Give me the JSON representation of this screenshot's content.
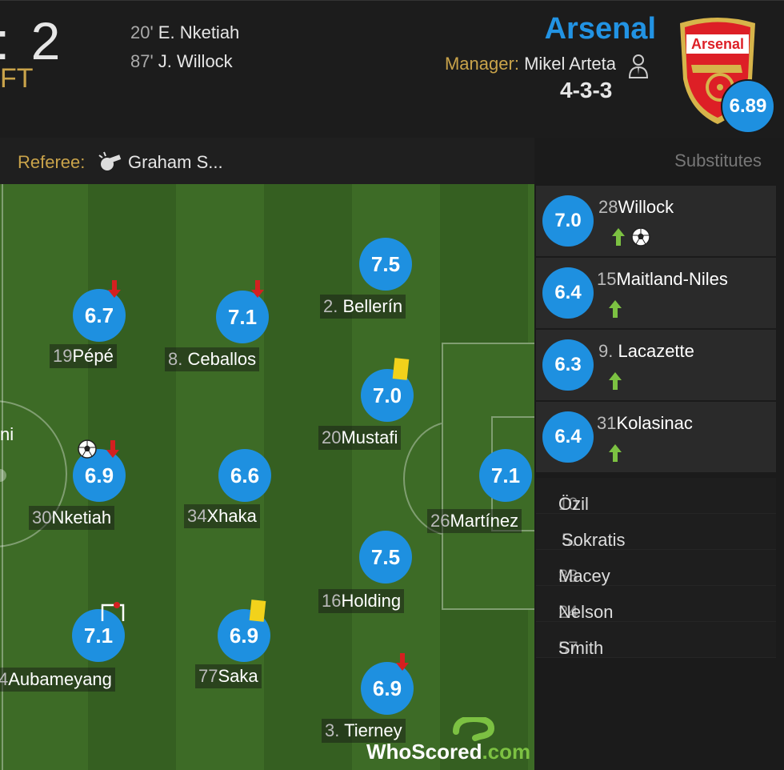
{
  "match": {
    "score": ": 2",
    "status": "FT"
  },
  "goals": [
    {
      "minute": "20'",
      "player": "E. Nketiah"
    },
    {
      "minute": "87'",
      "player": "J. Willock"
    }
  ],
  "team": {
    "name": "Arsenal",
    "manager_label": "Manager:",
    "manager": "Mikel Arteta",
    "formation": "4-3-3",
    "rating": "6.89",
    "crest_text": "Arsenal",
    "color": "#2293e3"
  },
  "referee": {
    "label": "Referee:",
    "name": "Graham S..."
  },
  "players": [
    {
      "num": "2.",
      "name": "Bellerín",
      "rating": "7.5"
    },
    {
      "num": "19",
      "name": "Pépé",
      "rating": "6.7"
    },
    {
      "num": "8.",
      "name": "Ceballos",
      "rating": "7.1"
    },
    {
      "num": "20",
      "name": "Mustafi",
      "rating": "7.0"
    },
    {
      "num": "30",
      "name": "Nketiah",
      "rating": "6.9"
    },
    {
      "num": "34",
      "name": "Xhaka",
      "rating": "6.6"
    },
    {
      "num": "26",
      "name": "Martínez",
      "rating": "7.1"
    },
    {
      "num": "16",
      "name": "Holding",
      "rating": "7.5"
    },
    {
      "num": "4",
      "name": "Aubameyang",
      "rating": "7.1"
    },
    {
      "num": "77",
      "name": "Saka",
      "rating": "6.9"
    },
    {
      "num": "3.",
      "name": "Tierney",
      "rating": "6.9"
    },
    {
      "num": "",
      "name": "ni",
      "rating": ""
    }
  ],
  "substitutes": {
    "title": "Substitutes",
    "used": [
      {
        "num": "28",
        "name": "Willock",
        "rating": "7.0"
      },
      {
        "num": "15",
        "name": "Maitland-Niles",
        "rating": "6.4"
      },
      {
        "num": "9.",
        "name": "Lacazette",
        "rating": "6.3"
      },
      {
        "num": "31",
        "name": "Kolasinac",
        "rating": "6.4"
      }
    ],
    "unused": [
      {
        "num": "10",
        "name": "Özil"
      },
      {
        "num": "5.",
        "name": "Sokratis"
      },
      {
        "num": "33",
        "name": "Macey"
      },
      {
        "num": "24",
        "name": "Nelson"
      },
      {
        "num": "57",
        "name": "Smith"
      }
    ]
  },
  "branding": {
    "logo_text": "WhoScored",
    "logo_suffix": ".com"
  },
  "colors": {
    "rating_blue": "#1e90e0",
    "accent_gold": "#c9a34a",
    "sub_off_red": "#d42020",
    "sub_on_green": "#7cc142",
    "yellow_card": "#f2d21b"
  }
}
